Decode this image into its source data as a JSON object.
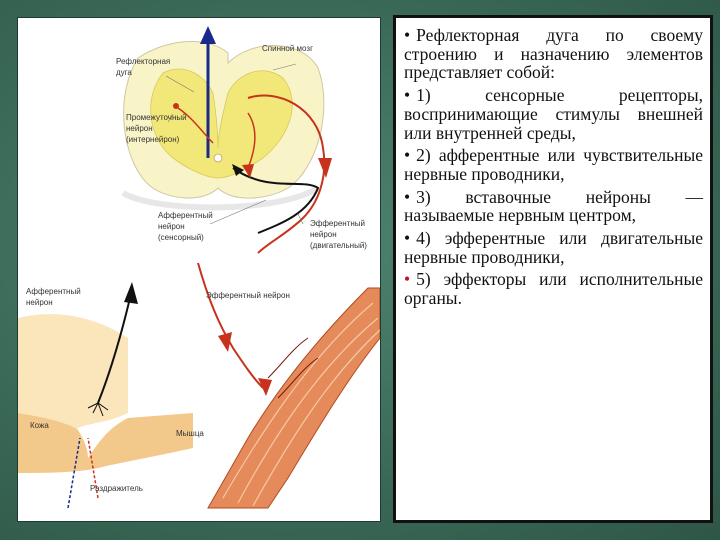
{
  "figure": {
    "labels": {
      "reflex_arc": [
        "Рефлекторная",
        "дуга"
      ],
      "spinal_cord": "Спинной мозг",
      "interneuron": [
        "Промежуточный",
        "нейрон",
        "(интернейрон)"
      ],
      "afferent_sensory": [
        "Афферентный",
        "нейрон",
        "(сенсорный)"
      ],
      "efferent_motor": [
        "Эфферентный",
        "нейрон",
        "(двигательный)"
      ],
      "efferent": "Эфферентный нейрон",
      "afferent": [
        "Афферентный",
        "нейрон"
      ],
      "skin": "Кожа",
      "muscle": "Мышца",
      "stimulus": "Раздражитель"
    }
  },
  "text": {
    "items": [
      "Рефлекторная дуга по своему строению и назначению элементов представляет собой:",
      "1) сенсорные рецепторы, воспринимающие стимулы внешней или внутренней среды,",
      "2) афферентные или чувствительные нервные проводники,",
      "3) вставочные нейроны — называемые нервным центром,",
      "4) эфферентные или двигательные нервные проводники,",
      "5) эффекторы или исполнительные органы."
    ],
    "bullet": "•"
  },
  "colors": {
    "background": "#3f6e5c",
    "nerve_red": "#c8321c",
    "cord_yellow": "#f4ee9a",
    "skin_tan": "#f2c98a",
    "muscle": "#e07a4a"
  }
}
